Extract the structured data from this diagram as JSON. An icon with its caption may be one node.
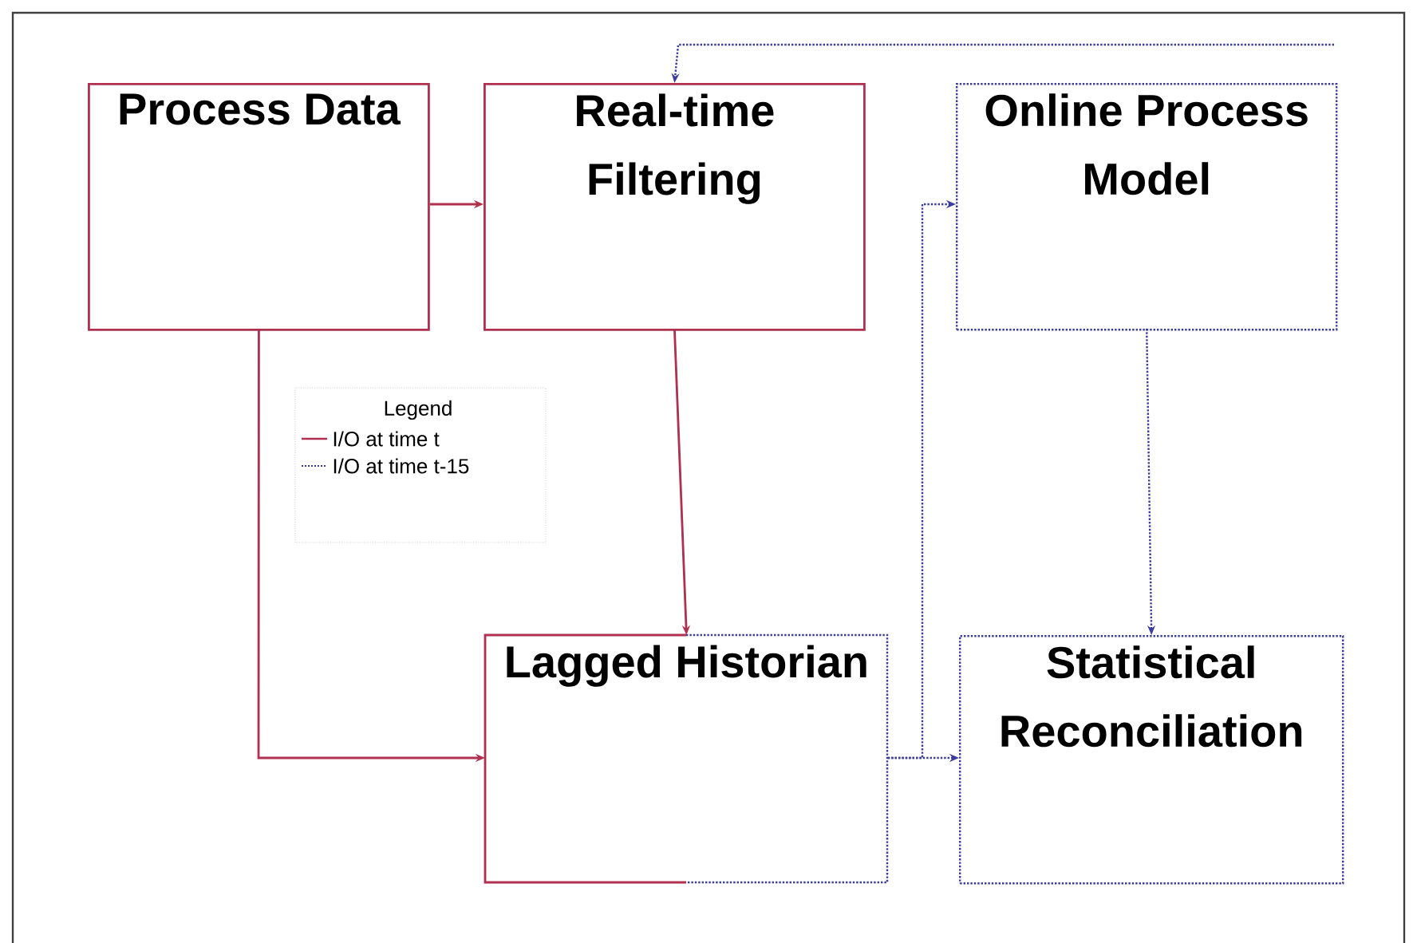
{
  "diagram": {
    "nodes": [
      {
        "text": [
          "Process Data"
        ]
      },
      {
        "text": [
          "Real-time Filtering"
        ]
      },
      {
        "text": [
          "Online Process Model"
        ]
      },
      {
        "text": [
          "Lagged Historian"
        ]
      },
      {
        "text": [
          "Statistical Reconciliation"
        ]
      }
    ],
    "edges": [
      {
        "from": 0,
        "to": 1,
        "arrow": "to",
        "color": "#b03050"
      },
      {
        "from": 0,
        "to": 3,
        "arrow": "to",
        "color": "#b03050"
      },
      {
        "from": 1,
        "to": 3,
        "arrow": "to",
        "color": "#b03050"
      },
      {
        "from": 3,
        "to": 4,
        "arrow": "to",
        "style": "dashed",
        "color": "#3c3c9c"
      },
      {
        "from": 3,
        "to": 2,
        "arrow": "to",
        "style": "dashed",
        "color": "#3c3c9c"
      },
      {
        "from": 2,
        "to": 4,
        "arrow": "to",
        "style": "dashed",
        "color": "#3c3c9c"
      },
      {
        "from": null,
        "to": 1,
        "arrow": "to",
        "style": "dashed",
        "color": "#3c3c9c"
      }
    ],
    "labels": [
      "Legend"
    ],
    "legend": [
      {
        "text": "I/O at time t"
      },
      {
        "text": "I/O at time t-15"
      }
    ]
  }
}
